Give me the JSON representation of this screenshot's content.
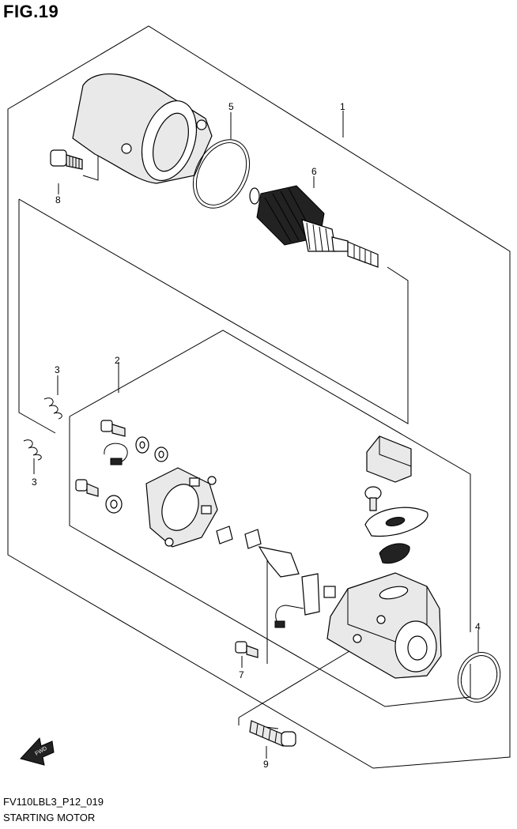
{
  "figure": {
    "title": "FIG.19",
    "drawing_code": "FV110LBL3_P12_019",
    "caption": "STARTING MOTOR",
    "fwd_label": "FWD"
  },
  "callouts": [
    {
      "id": "c1",
      "label": "1"
    },
    {
      "id": "c2",
      "label": "2"
    },
    {
      "id": "c3a",
      "label": "3"
    },
    {
      "id": "c3b",
      "label": "3"
    },
    {
      "id": "c4",
      "label": "4"
    },
    {
      "id": "c5",
      "label": "5"
    },
    {
      "id": "c6",
      "label": "6"
    },
    {
      "id": "c7",
      "label": "7"
    },
    {
      "id": "c8",
      "label": "8"
    },
    {
      "id": "c9",
      "label": "9"
    }
  ]
}
